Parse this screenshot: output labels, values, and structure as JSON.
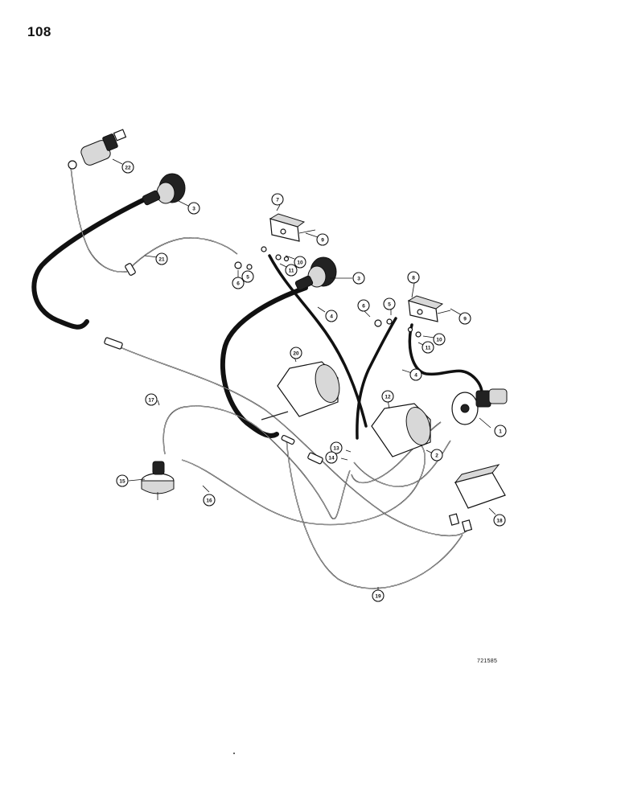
{
  "page_number": "108",
  "figure_id": "721585",
  "callouts": {
    "c1": "1",
    "c2": "2",
    "c3a": "3",
    "c3b": "3",
    "c4a": "4",
    "c4b": "4",
    "c5a": "5",
    "c5b": "5",
    "c6a": "6",
    "c6b": "6",
    "c7": "7",
    "c8": "8",
    "c9a": "9",
    "c9b": "9",
    "c10a": "10",
    "c10b": "10",
    "c11a": "11",
    "c11b": "11",
    "c12": "12",
    "c13": "13",
    "c14": "14",
    "c15": "15",
    "c16": "16",
    "c17": "17",
    "c18": "18",
    "c19": "19",
    "c20": "20",
    "c21": "21",
    "c22": "22"
  }
}
